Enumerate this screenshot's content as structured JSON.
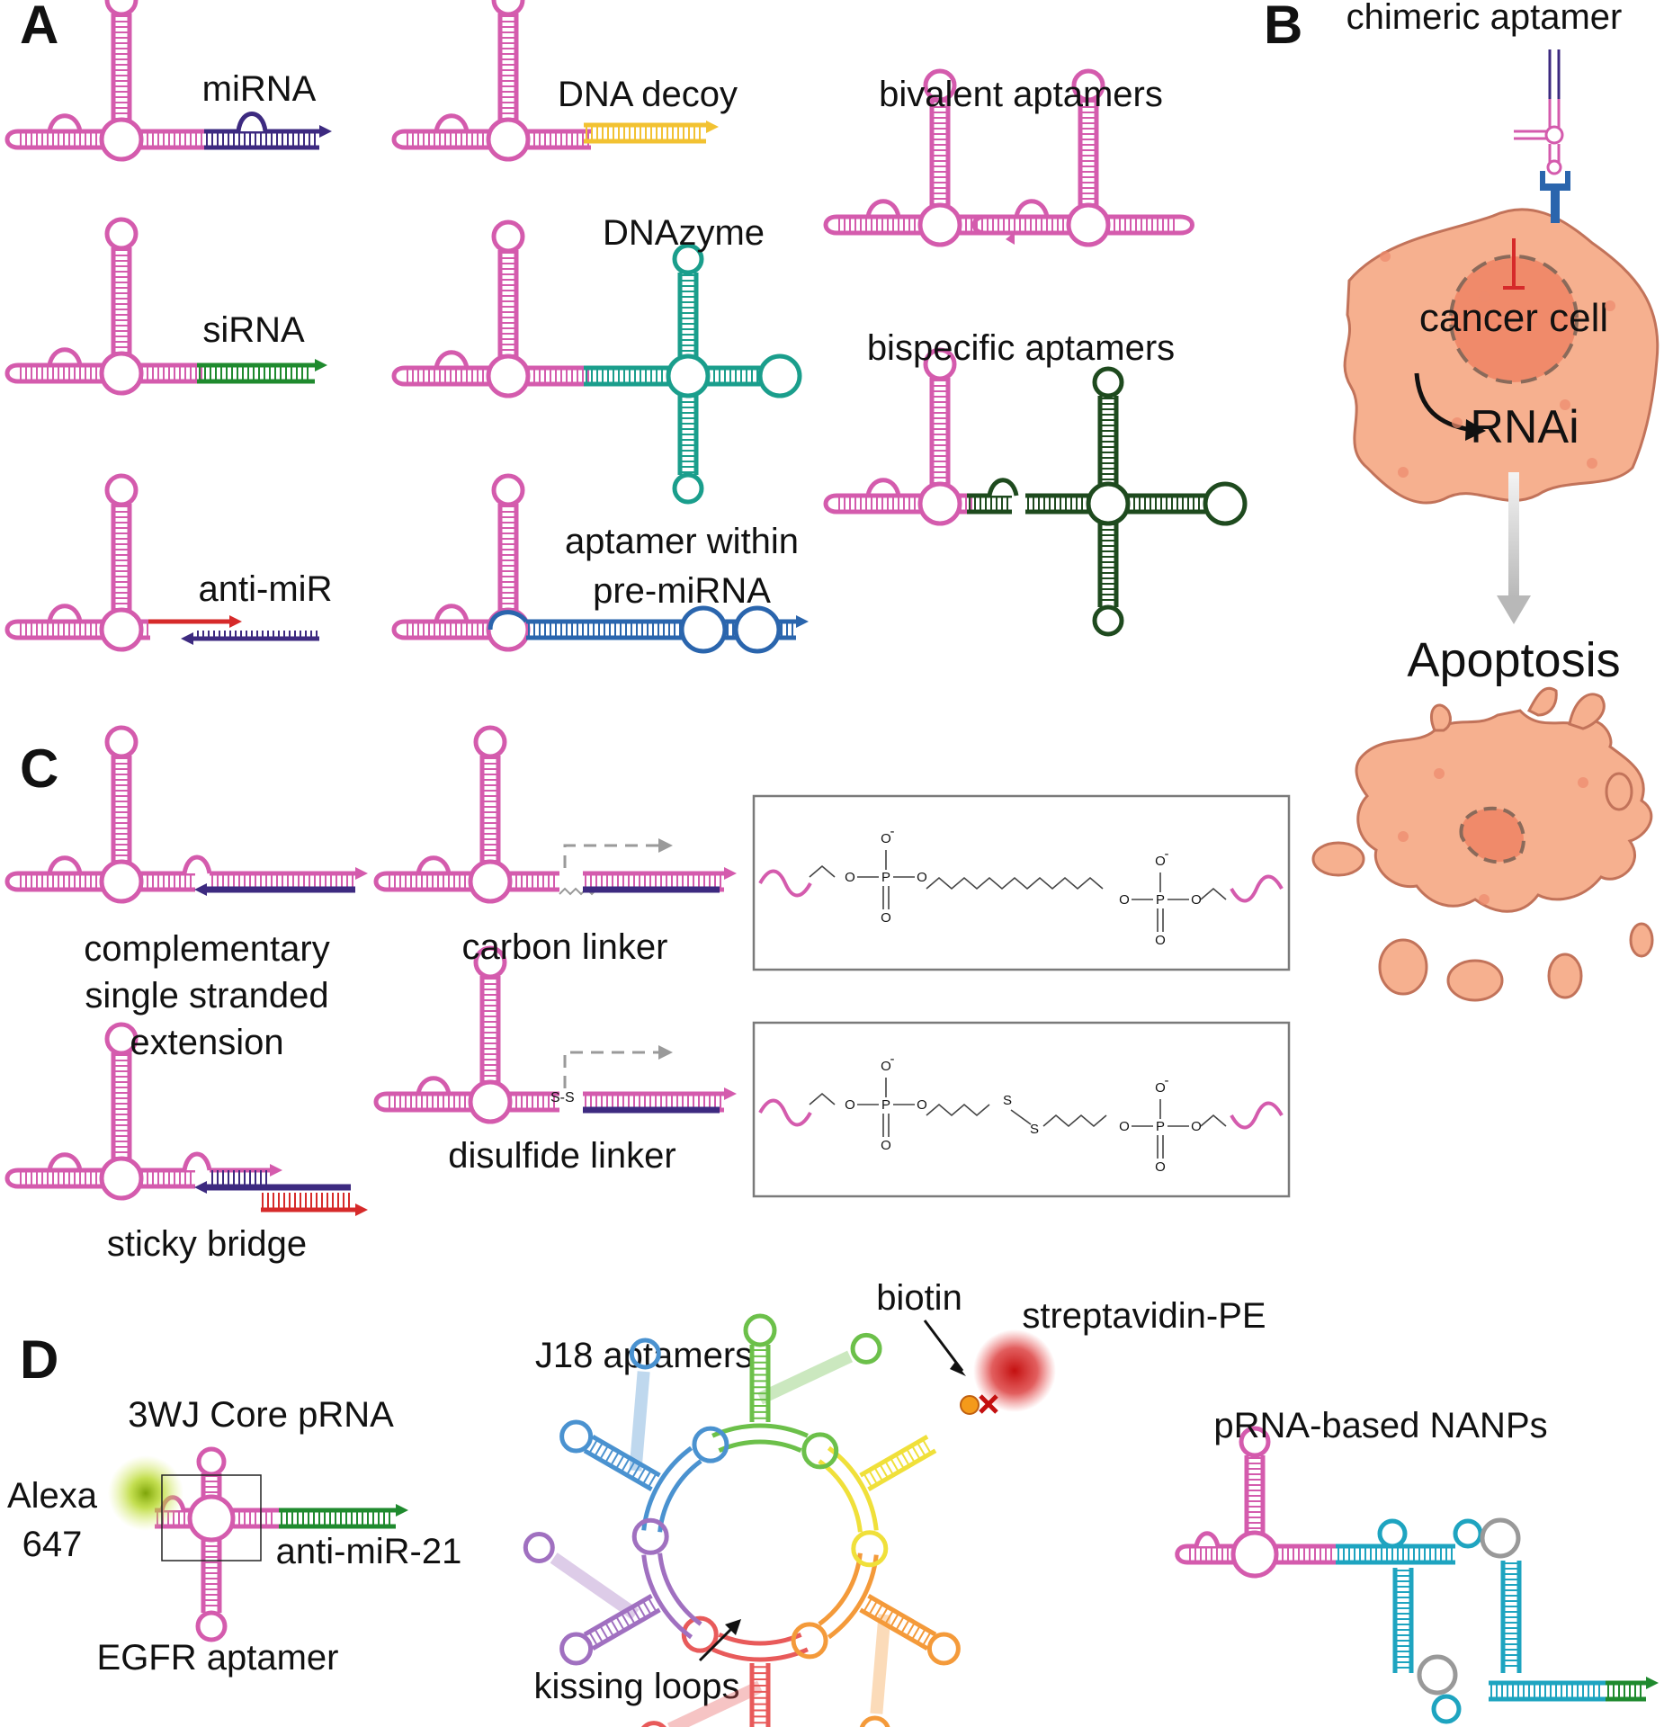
{
  "colors": {
    "aptamer": "#d45bad",
    "mirna": "#3d2a80",
    "decoy": "#f2c232",
    "sirna": "#1f8a2e",
    "red": "#d62a2a",
    "dnazyme": "#1a9e8c",
    "premirna": "#2a65ad",
    "bispecific": "#1e4a1e",
    "cell": "#f6b08f",
    "cell_edge": "#c2735a",
    "nucleus": "#f08a6a",
    "pe": "#d42020",
    "alexa": "#a6cc10",
    "nanp": "#1ea4c0",
    "gray": "#999999",
    "linker": "#555555",
    "ring": [
      "#e85a5a",
      "#f49a3a",
      "#f0e03a",
      "#6cc04a",
      "#4a92d0",
      "#a070c0"
    ]
  },
  "panels": {
    "a": "A",
    "b": "B",
    "c": "C",
    "d": "D"
  },
  "panel_a": {
    "mirna": "miRNA",
    "dna_decoy": "DNA decoy",
    "bivalent": "bivalent aptamers",
    "dnazyme": "DNAzyme",
    "sirna": "siRNA",
    "bispecific": "bispecific aptamers",
    "anti_mir": "anti-miR",
    "premirna_line1": "aptamer within",
    "premirna_line2": "pre-miRNA"
  },
  "panel_b": {
    "chimeric": "chimeric aptamer",
    "cancer_cell": "cancer cell",
    "rnai": "RNAi",
    "apoptosis": "Apoptosis"
  },
  "panel_c": {
    "comp_line1": "complementary",
    "comp_line2": "single stranded",
    "comp_line3": "extension",
    "sticky": "sticky bridge",
    "carbon": "carbon linker",
    "disulfide": "disulfide linker",
    "o": "O",
    "o_minus": "O",
    "p": "P",
    "s": "S",
    "ss": "S-S",
    "minus": "-"
  },
  "panel_d": {
    "core": "3WJ Core pRNA",
    "alexa_line1": "Alexa",
    "alexa_line2": "647",
    "anti_mir21": "anti-miR-21",
    "egfr": "EGFR aptamer",
    "j18": "J18 aptamers",
    "biotin": "biotin",
    "streptavidin": "streptavidin-PE",
    "kissing": "kissing loops",
    "nanps": "pRNA-based NANPs"
  }
}
